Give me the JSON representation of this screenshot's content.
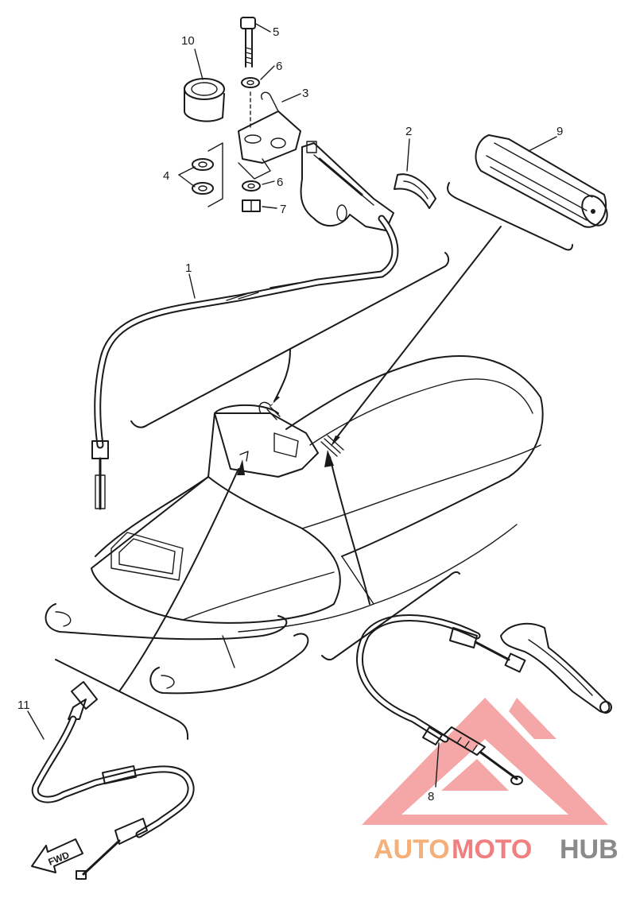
{
  "diagram": {
    "callouts": {
      "c1": "1",
      "c2": "2",
      "c3": "3",
      "c4": "4",
      "c5": "5",
      "c6a": "6",
      "c6b": "6",
      "c7": "7",
      "c8": "8",
      "c9": "9",
      "c10": "10",
      "c11": "11"
    },
    "fwd_label": "FWD"
  },
  "watermark": {
    "part1": "AUTO",
    "part2": "MOTO",
    "part3": "HUB",
    "colors": {
      "auto": "#f5b07a",
      "moto": "#f08080",
      "hub": "#8a8a8a",
      "logo": "#f28a8a"
    }
  }
}
